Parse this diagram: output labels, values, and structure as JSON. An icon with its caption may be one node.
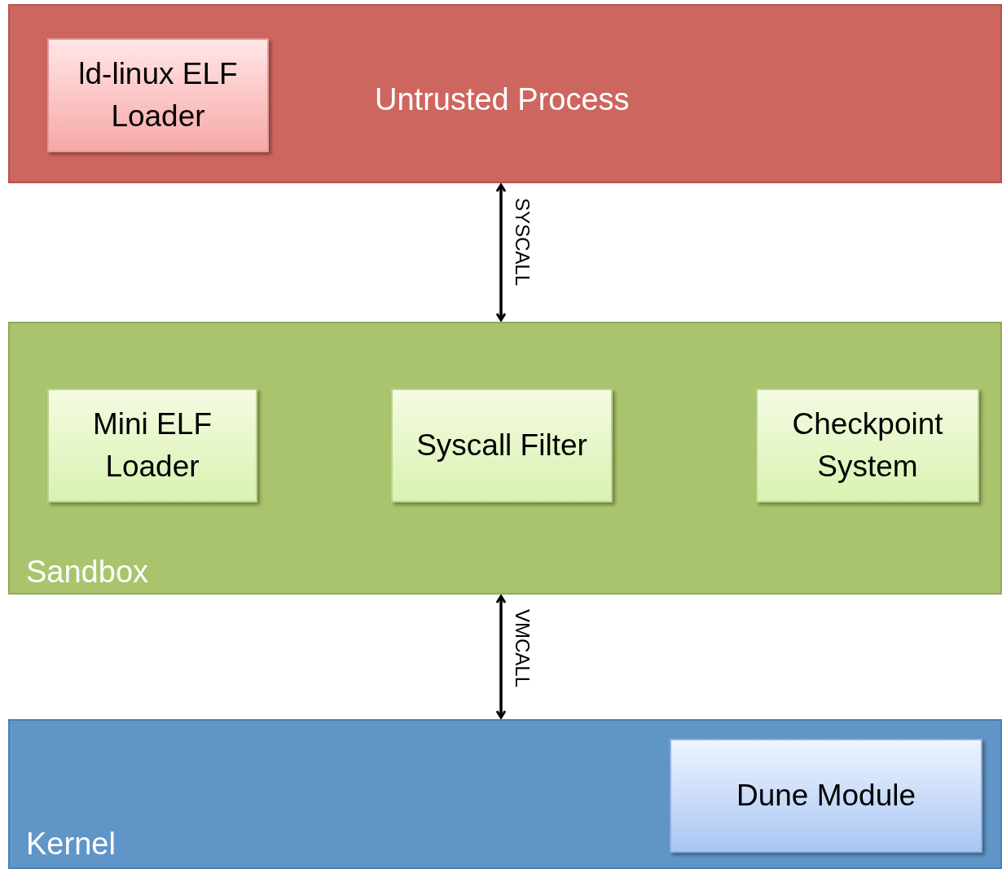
{
  "diagram": {
    "nodes": [
      {
        "text": [
          "Untrusted Process"
        ]
      },
      {
        "text": [
          "ld-linux ELF Loader"
        ],
        "in": 0
      },
      {
        "text": [
          "Sandbox"
        ]
      },
      {
        "text": [
          "Mini ELF Loader"
        ],
        "in": 2
      },
      {
        "text": [
          "Syscall Filter"
        ],
        "in": 2
      },
      {
        "text": [
          "Checkpoint System"
        ],
        "in": 2
      },
      {
        "text": [
          "Kernel"
        ]
      },
      {
        "text": [
          "Dune Module"
        ],
        "in": 6
      }
    ],
    "edges": [
      {
        "from": 0,
        "to": 2,
        "arrow": "both",
        "label": "SYSCALL"
      },
      {
        "from": 2,
        "to": 6,
        "arrow": "both",
        "label": "VMCALL"
      }
    ]
  }
}
